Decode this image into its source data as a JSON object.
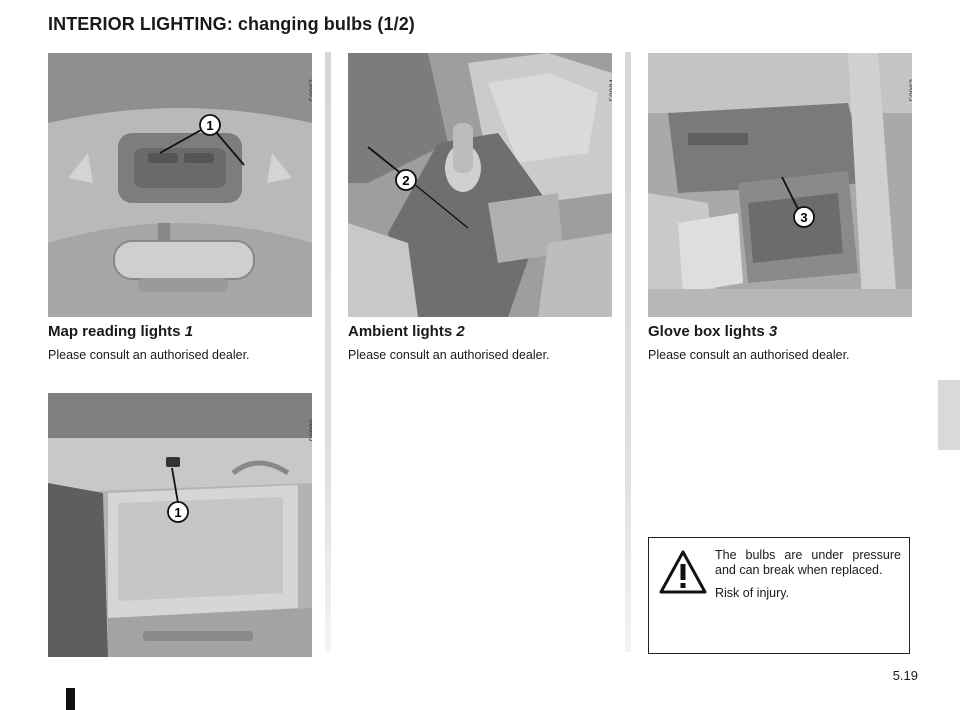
{
  "page": {
    "title": "INTERIOR LIGHTING: changing bulbs (1/2)",
    "page_number": "5.19"
  },
  "figures": {
    "map_lights": {
      "ref": "50967",
      "callout": "1"
    },
    "ambient": {
      "ref": "50884",
      "callout": "2"
    },
    "glove_box": {
      "ref": "50963",
      "callout": "3"
    },
    "rear_light": {
      "ref": "50880",
      "callout": "1"
    }
  },
  "sections": {
    "map_lights": {
      "title": "Map reading lights ",
      "number": "1",
      "body": "Please consult an authorised dealer."
    },
    "ambient": {
      "title": "Ambient lights ",
      "number": "2",
      "body": "Please consult an authorised dealer."
    },
    "glove_box": {
      "title": "Glove box lights ",
      "number": "3",
      "body": "Please consult an authorised dealer."
    }
  },
  "warning": {
    "icon": "warning-triangle-icon",
    "line1": "The bulbs are under pressure and can break when replaced.",
    "line2": "Risk of injury."
  }
}
